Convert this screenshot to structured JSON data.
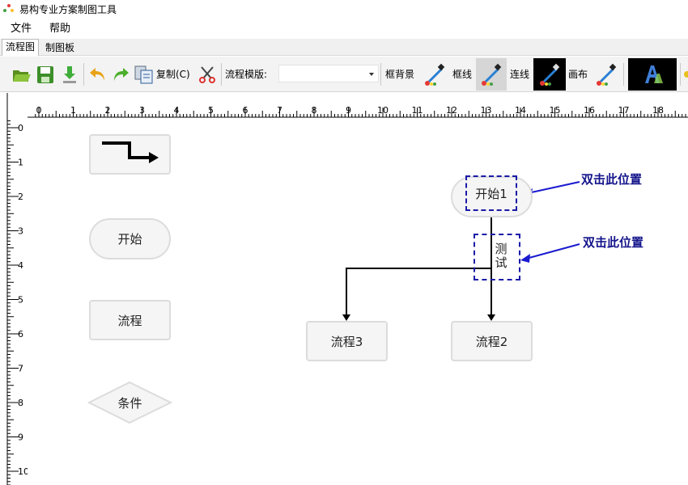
{
  "window": {
    "title": "易构专业方案制图工具"
  },
  "menu": {
    "file": "文件",
    "help": "帮助"
  },
  "tabs": {
    "flowchart": "流程图",
    "drawing_board": "制图板"
  },
  "toolbar": {
    "copy_label": "复制(C)",
    "template_label": "流程模版:",
    "template_value": "",
    "box_background_label": "框背景",
    "box_line_label": "框线",
    "connector_label": "连线",
    "canvas_label": "画布"
  },
  "ruler": {
    "x_ticks": [
      "0",
      "1",
      "2",
      "3",
      "4",
      "5",
      "6",
      "7",
      "8",
      "9",
      "10",
      "11",
      "12",
      "13",
      "14",
      "15",
      "16",
      "17",
      "18"
    ],
    "y_ticks": [
      "0",
      "1",
      "2",
      "3",
      "4",
      "5",
      "6",
      "7",
      "8",
      "9",
      "10"
    ]
  },
  "palette": {
    "start_label": "开始",
    "process_label": "流程",
    "condition_label": "条件"
  },
  "diagram": {
    "start1_label": "开始1",
    "test_label": "测\n试",
    "process2_label": "流程2",
    "process3_label": "流程3"
  },
  "annotations": {
    "first": "双击此位置",
    "second": "双击此位置"
  },
  "colors": {
    "annotation": "#14148c",
    "shape_fill": "#f5f5f5",
    "shape_border": "#dcdcdc"
  }
}
